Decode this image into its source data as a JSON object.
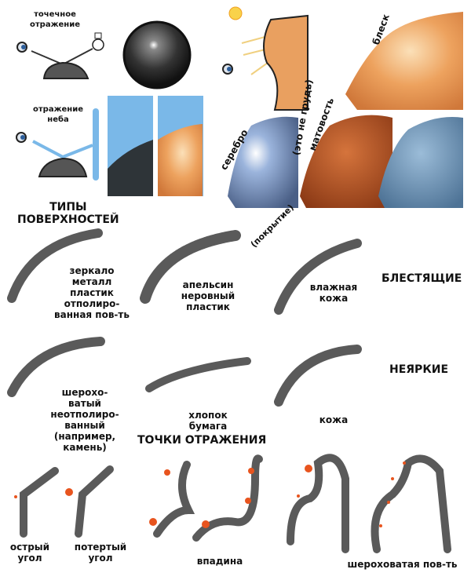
{
  "top": {
    "point_reflection": [
      "точечное",
      "отражение"
    ],
    "sky_reflection": [
      "отражение",
      "неба"
    ],
    "not_chest": "(это не грудь)",
    "gloss": "блеск",
    "silver": "серебро",
    "matte": "матовость"
  },
  "surface_types": {
    "title": [
      "ТИПЫ",
      "ПОВЕРХНОСТЕЙ"
    ],
    "coating": "(покрытие)",
    "shiny_heading": "БЛЕСТЯЩИЕ",
    "dull_heading": "НЕЯРКИЕ",
    "shiny": [
      [
        "зеркало",
        "металл",
        "пластик",
        "отполиро-",
        "ванная пов-ть"
      ],
      [
        "апельсин",
        "неровный",
        "пластик"
      ],
      [
        "влажная",
        "кожа"
      ]
    ],
    "dull": [
      [
        "шерохо-",
        "ватый",
        "неотполиро-",
        "ванный",
        "(например,",
        "камень)"
      ],
      [
        "хлопок",
        "бумага"
      ],
      [
        "кожа"
      ]
    ]
  },
  "reflection_points": {
    "title": "ТОЧКИ ОТРАЖЕНИЯ",
    "labels": [
      [
        "острый",
        "угол"
      ],
      [
        "потертый",
        "угол"
      ],
      [
        "впадина"
      ],
      [
        "шероховатая пов-ть"
      ]
    ]
  },
  "colors": {
    "stroke": "#5a5a5a",
    "highlight": "#e8541e",
    "sky": "#7ab8e8",
    "skin": "#e9a060"
  }
}
